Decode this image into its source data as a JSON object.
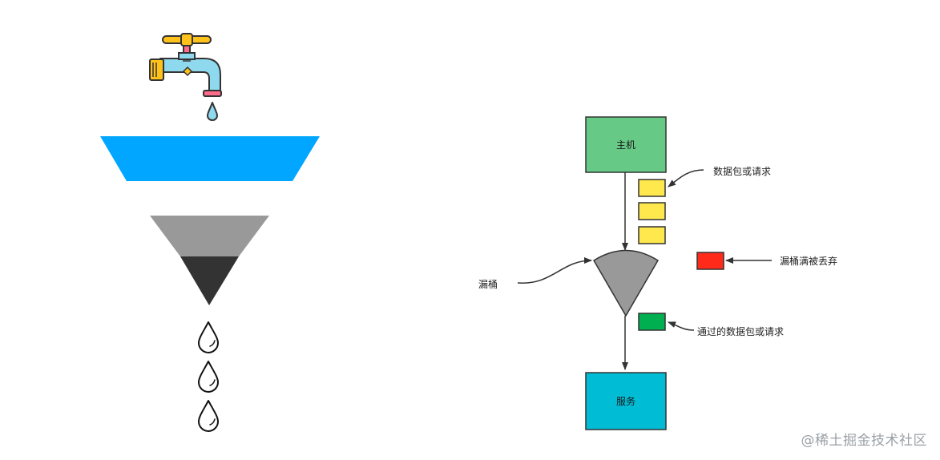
{
  "diagram": {
    "host_label": "主机",
    "service_label": "服务",
    "packets_label": "数据包或请求",
    "bucket_label": "漏桶",
    "dropped_label": "漏桶满被丢弃",
    "passed_label": "通过的数据包或请求"
  },
  "colors": {
    "host_fill": "#66c986",
    "service_fill": "#00bcd4",
    "packet_fill": "#ffe84d",
    "dropped_fill": "#ff2a1a",
    "passed_fill": "#00b050",
    "bucket_fill": "#999999",
    "funnel_blue": "#00a6ff",
    "funnel_grey": "#999999",
    "funnel_dark": "#333333"
  },
  "icons": {
    "faucet": "faucet-icon",
    "drop": "water-drop-icon"
  },
  "watermark": "@稀土掘金技术社区"
}
